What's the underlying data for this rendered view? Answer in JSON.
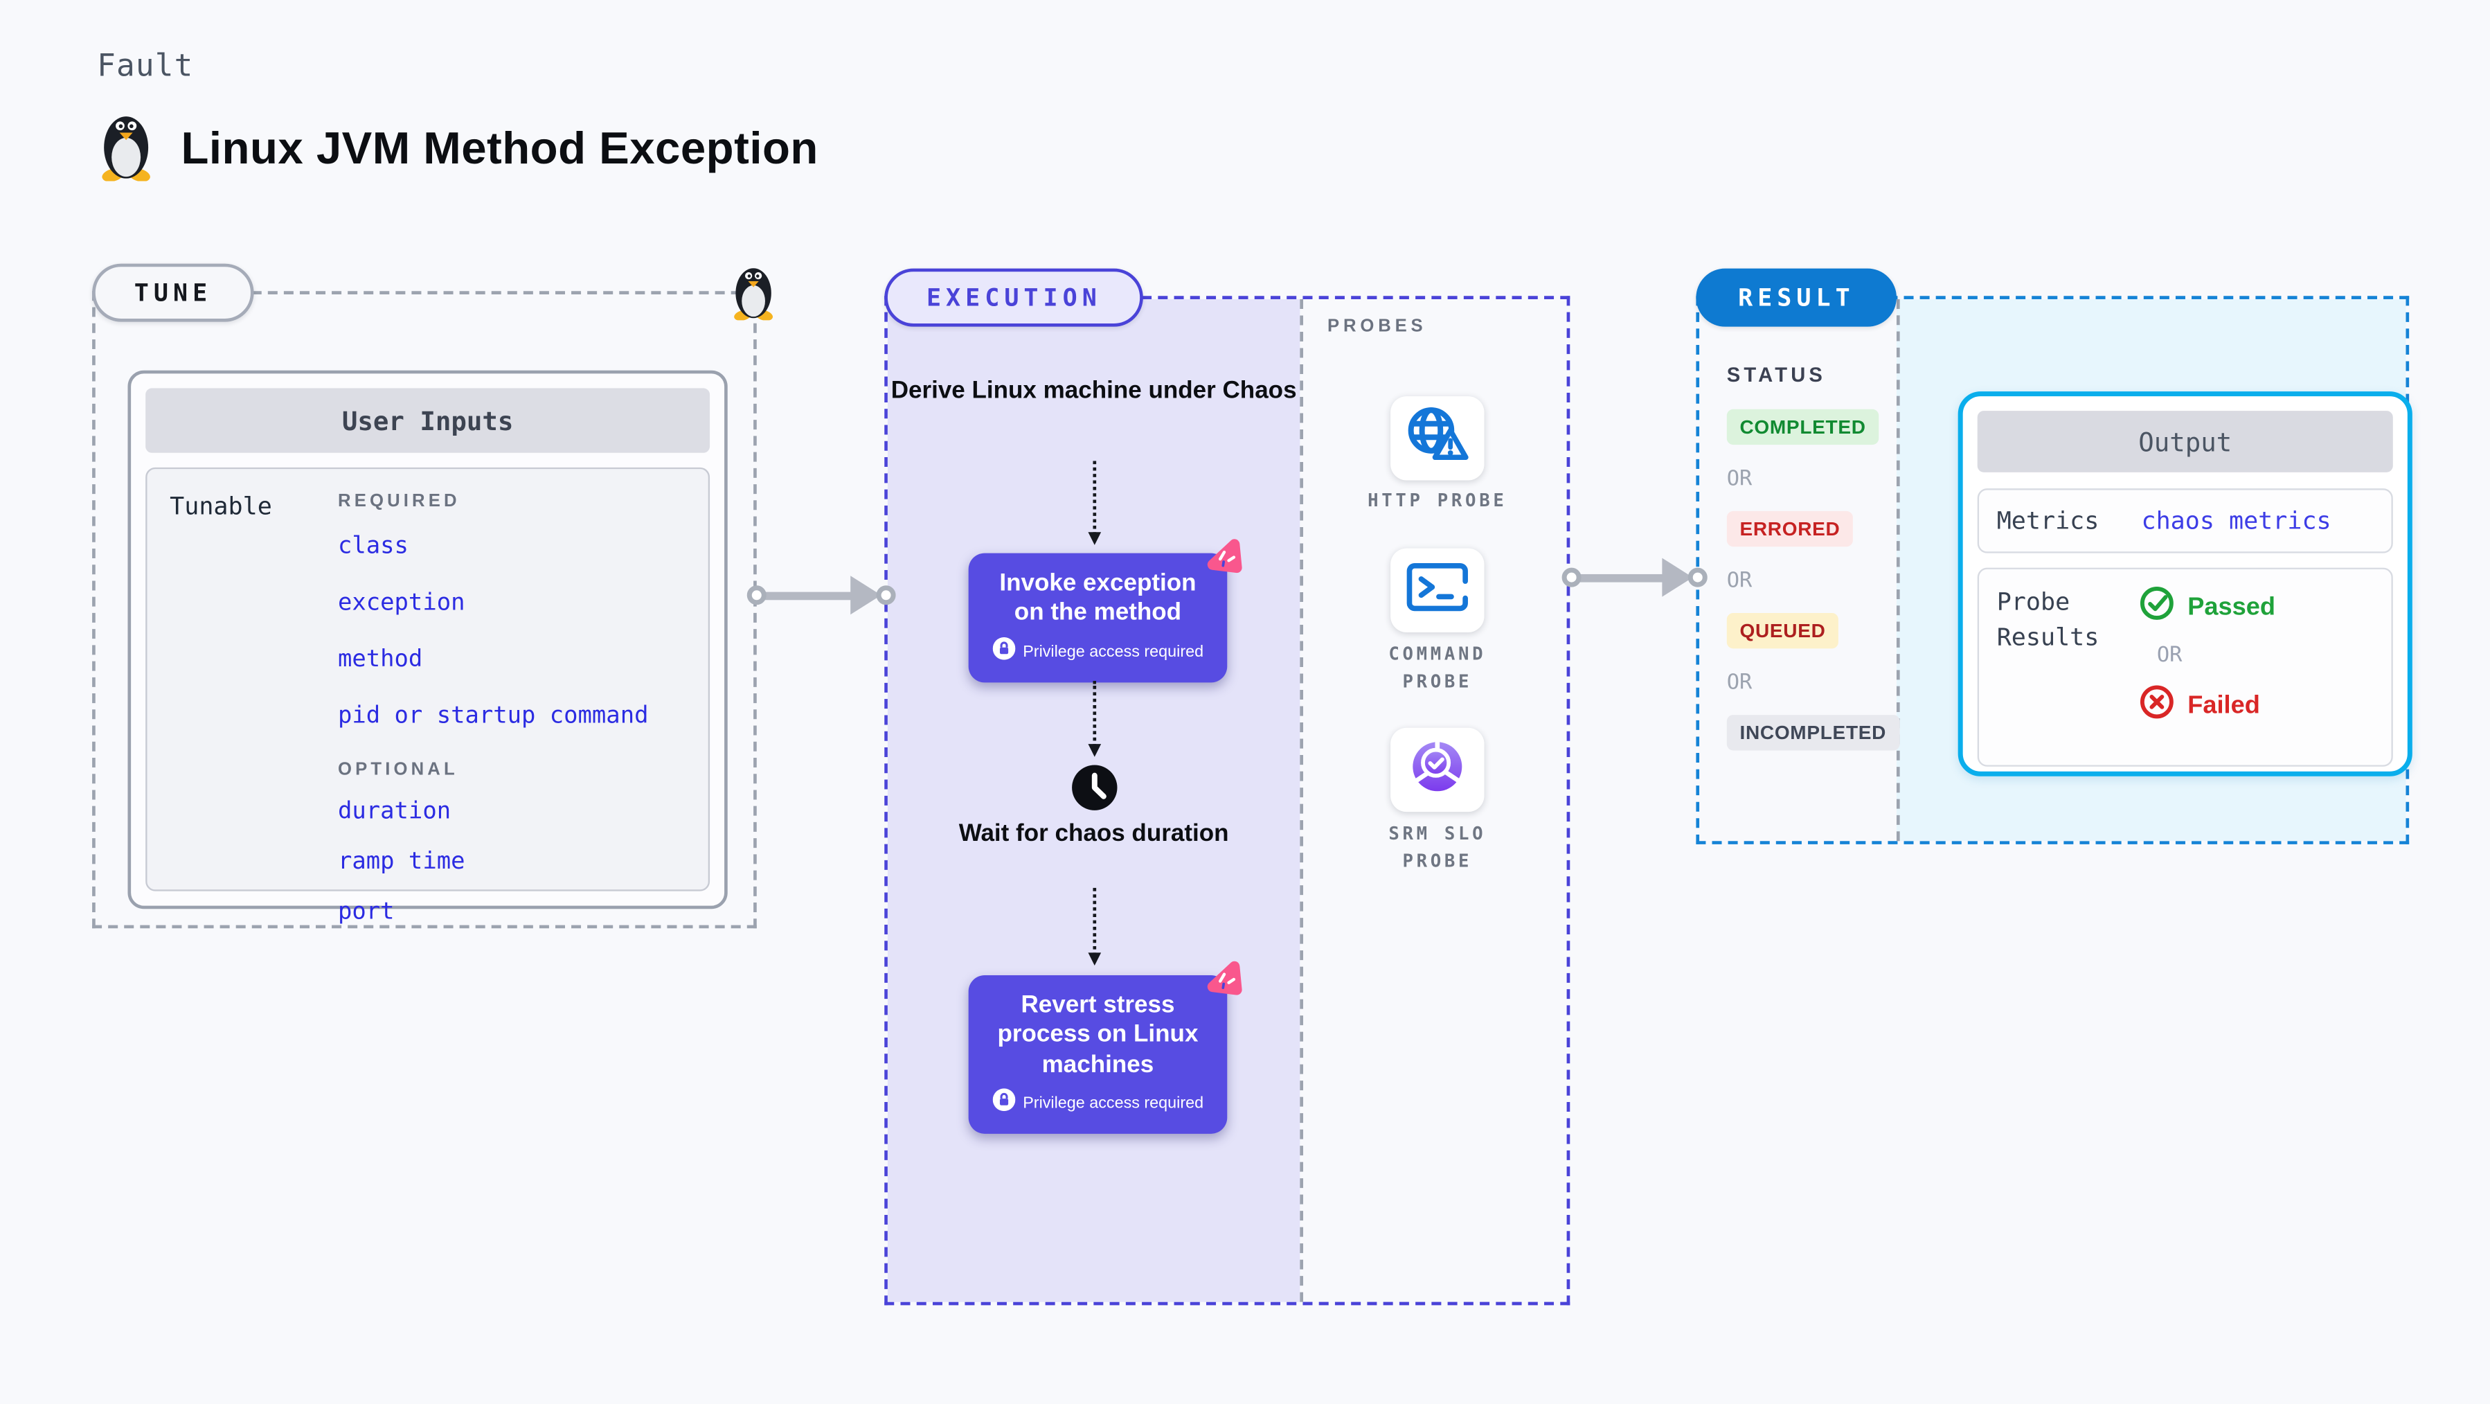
{
  "page": {
    "eyebrow": "Fault",
    "title": "Linux JVM Method Exception",
    "background": "#f8f9fc"
  },
  "tune": {
    "label": "TUNE",
    "card_title": "User Inputs",
    "row_label": "Tunable",
    "required_label": "REQUIRED",
    "optional_label": "OPTIONAL",
    "required_items": [
      "class",
      "exception",
      "method",
      "pid or startup command"
    ],
    "optional_items": [
      "duration",
      "ramp time",
      "port"
    ]
  },
  "execution": {
    "label": "EXECUTION",
    "derive_text": "Derive Linux machine under Chaos",
    "wait_text": "Wait for chaos duration",
    "privilege_text": "Privilege access required",
    "nodes": [
      {
        "title": "Invoke exception on the method"
      },
      {
        "title": "Revert stress process on Linux machines"
      }
    ]
  },
  "probes": {
    "label": "PROBES",
    "items": [
      {
        "name": "HTTP PROBE",
        "icon": "globe-alert-icon"
      },
      {
        "name": "COMMAND PROBE",
        "icon": "terminal-icon"
      },
      {
        "name": "SRM SLO PROBE",
        "icon": "slo-pie-icon"
      }
    ]
  },
  "result": {
    "label": "RESULT",
    "status_label": "STATUS",
    "or_label": "OR",
    "statuses": [
      {
        "text": "COMPLETED",
        "bg": "#dcf3dd",
        "color": "#118a31"
      },
      {
        "text": "ERRORED",
        "bg": "#fce8e8",
        "color": "#c62222"
      },
      {
        "text": "QUEUED",
        "bg": "#fdf1ca",
        "color": "#ad1f1f"
      },
      {
        "text": "INCOMPLETED",
        "bg": "#e8e9ee",
        "color": "#3f4757"
      }
    ],
    "output": {
      "title": "Output",
      "metrics_label": "Metrics",
      "metrics_value": "chaos metrics",
      "probe_results_label": "Probe Results",
      "passed_label": "Passed",
      "or_label": "OR",
      "failed_label": "Failed"
    }
  },
  "colors": {
    "tune_dash": "#9ca3af",
    "execution_accent": "#4a43d8",
    "execution_fill": "#e4e3f9",
    "node_purple": "#574ce2",
    "pink_badge": "#f9578d",
    "probe_blue": "#1476d8",
    "slo_purple_top": "#a489f5",
    "slo_purple_bottom": "#7c3bed",
    "result_border": "#1583d6",
    "result_pill": "#0e7ad1",
    "result_fill": "#e7f6fd",
    "output_border": "#0aaeec",
    "tunable_link": "#2b2be2",
    "passed_green": "#1fa23a",
    "failed_red": "#d92626",
    "arrow_gray": "#b4b8c2"
  }
}
